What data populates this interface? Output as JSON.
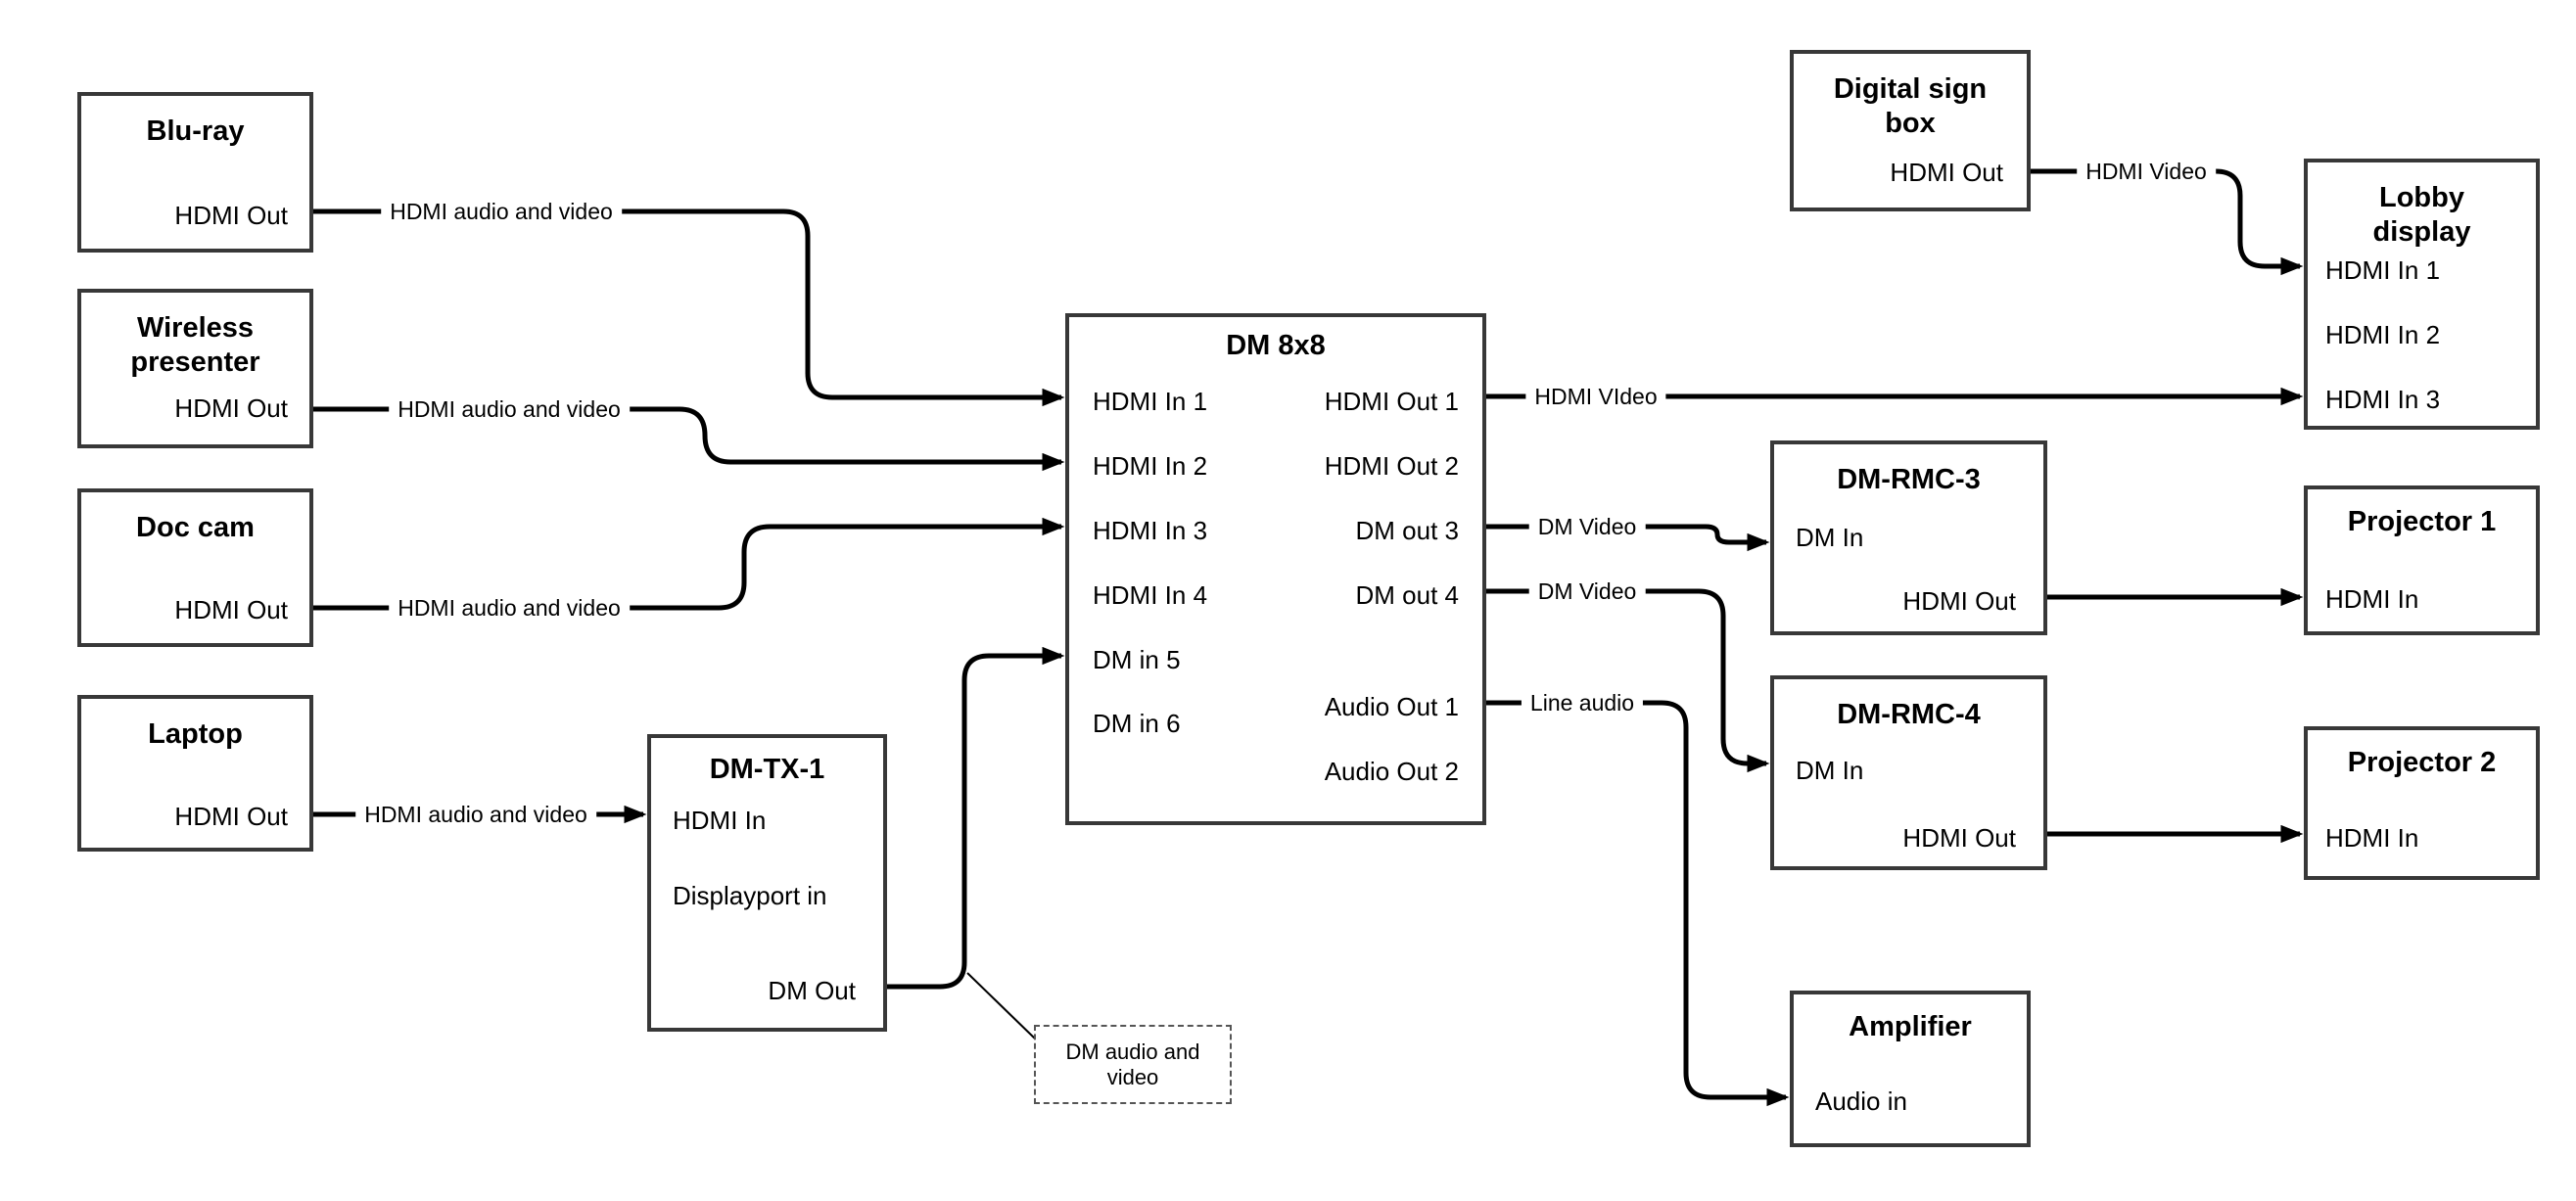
{
  "colors": {
    "background": "#ffffff",
    "box_border": "#383838",
    "wire": "#000000",
    "text": "#000000",
    "note_border": "#555555"
  },
  "boxes": {
    "bluray": {
      "title": "Blu-ray",
      "ports": {
        "hdmi_out": "HDMI Out"
      }
    },
    "wireless": {
      "title_lines": [
        "Wireless",
        "presenter"
      ],
      "ports": {
        "hdmi_out": "HDMI Out"
      }
    },
    "doccam": {
      "title": "Doc cam",
      "ports": {
        "hdmi_out": "HDMI Out"
      }
    },
    "laptop": {
      "title": "Laptop",
      "ports": {
        "hdmi_out": "HDMI Out"
      }
    },
    "dmtx1": {
      "title": "DM-TX-1",
      "ports": {
        "hdmi_in": "HDMI In",
        "displayport_in": "Displayport in",
        "dm_out": "DM Out"
      }
    },
    "dm8x8": {
      "title": "DM 8x8",
      "left_ports": [
        "HDMI In 1",
        "HDMI In 2",
        "HDMI In 3",
        "HDMI In 4",
        "DM in 5",
        "DM in 6"
      ],
      "right_ports": [
        "HDMI Out 1",
        "HDMI Out 2",
        "DM out 3",
        "DM out 4",
        "Audio Out 1",
        "Audio Out 2"
      ]
    },
    "digital_sign": {
      "title_lines": [
        "Digital sign",
        "box"
      ],
      "ports": {
        "hdmi_out": "HDMI Out"
      }
    },
    "lobby": {
      "title_lines": [
        "Lobby",
        "display"
      ],
      "ports": [
        "HDMI In 1",
        "HDMI In 2",
        "HDMI In 3"
      ]
    },
    "dmrmc3": {
      "title": "DM-RMC-3",
      "ports": {
        "dm_in": "DM In",
        "hdmi_out": "HDMI Out"
      }
    },
    "proj1": {
      "title": "Projector 1",
      "ports": {
        "hdmi_in": "HDMI In"
      }
    },
    "dmrmc4": {
      "title": "DM-RMC-4",
      "ports": {
        "dm_in": "DM In",
        "hdmi_out": "HDMI Out"
      }
    },
    "proj2": {
      "title": "Projector 2",
      "ports": {
        "hdmi_in": "HDMI In"
      }
    },
    "amplifier": {
      "title": "Amplifier",
      "ports": {
        "audio_in": "Audio in"
      }
    }
  },
  "wire_labels": {
    "bluray_to_dm8x8": "HDMI audio and video",
    "wireless_to_dm8x8": "HDMI audio and video",
    "doccam_to_dm8x8": "HDMI audio and video",
    "laptop_to_dmtx1": "HDMI audio and video",
    "digitalsign_to_lobby": "HDMI Video",
    "hdmiout1_to_lobby": "HDMI VIdeo",
    "dmout3_to_dmrmc3": "DM Video",
    "dmout4_to_dmrmc4": "DM Video",
    "audioout1_to_amplifier": "Line audio"
  },
  "note": {
    "lines": [
      "DM audio and",
      "video"
    ]
  }
}
